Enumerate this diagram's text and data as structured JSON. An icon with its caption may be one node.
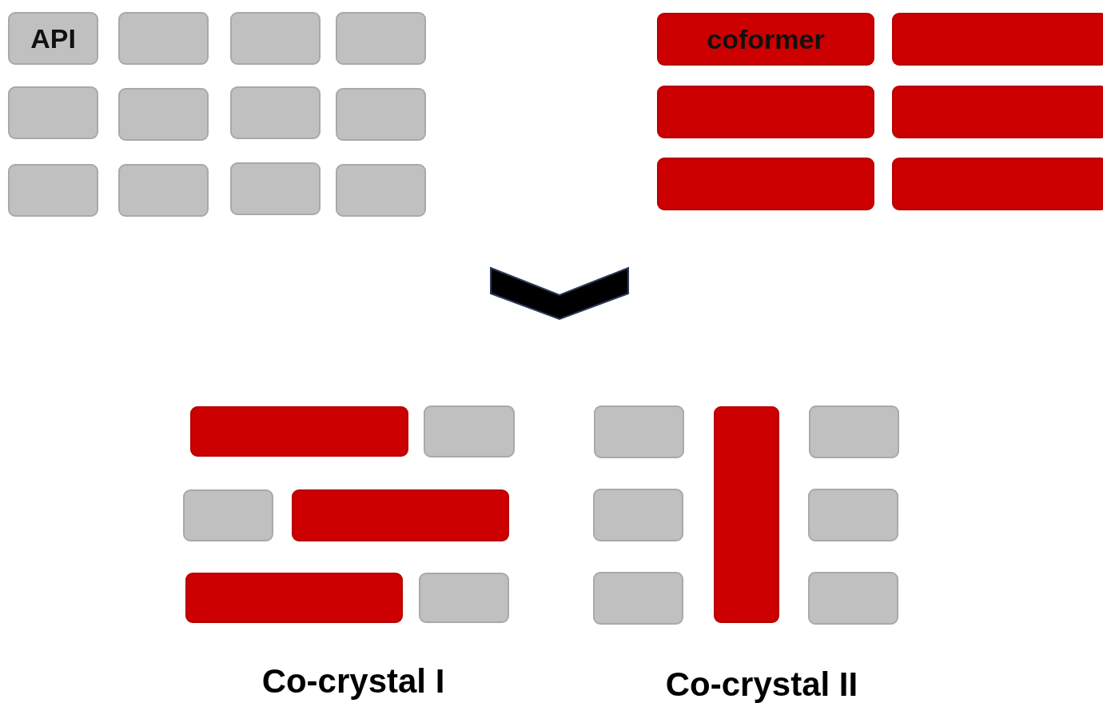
{
  "diagram": {
    "nodes": [
      {
        "text": [
          "API"
        ]
      },
      {
        "text": [],
        "shape": "box"
      },
      {
        "text": [],
        "shape": "box"
      },
      {
        "text": [],
        "shape": "box"
      },
      {
        "text": [],
        "shape": "box"
      },
      {
        "text": [],
        "shape": "box"
      },
      {
        "text": [],
        "shape": "box"
      },
      {
        "text": [],
        "shape": "box"
      },
      {
        "text": [],
        "shape": "box"
      },
      {
        "text": [],
        "shape": "box"
      },
      {
        "text": [],
        "shape": "box"
      },
      {
        "text": [],
        "shape": "box"
      },
      {
        "text": [
          "coformer"
        ]
      },
      {
        "text": [],
        "shape": "bar"
      },
      {
        "text": [],
        "shape": "bar"
      },
      {
        "text": [],
        "shape": "bar"
      },
      {
        "text": [],
        "shape": "bar"
      },
      {
        "text": [],
        "shape": "bar"
      },
      {
        "text": [],
        "shape": "bar"
      },
      {
        "text": [],
        "shape": "box"
      },
      {
        "text": [],
        "shape": "box"
      },
      {
        "text": [],
        "shape": "bar"
      },
      {
        "text": [],
        "shape": "bar"
      },
      {
        "text": [],
        "shape": "box"
      },
      {
        "text": [],
        "shape": "box"
      },
      {
        "text": [],
        "shape": "bar"
      },
      {
        "text": [],
        "shape": "box"
      },
      {
        "text": [],
        "shape": "box"
      },
      {
        "text": [],
        "shape": "box"
      },
      {
        "text": [],
        "shape": "box"
      },
      {
        "text": [],
        "shape": "box"
      }
    ],
    "labels": [
      "Co-crystal I",
      "Co-crystal II"
    ]
  }
}
